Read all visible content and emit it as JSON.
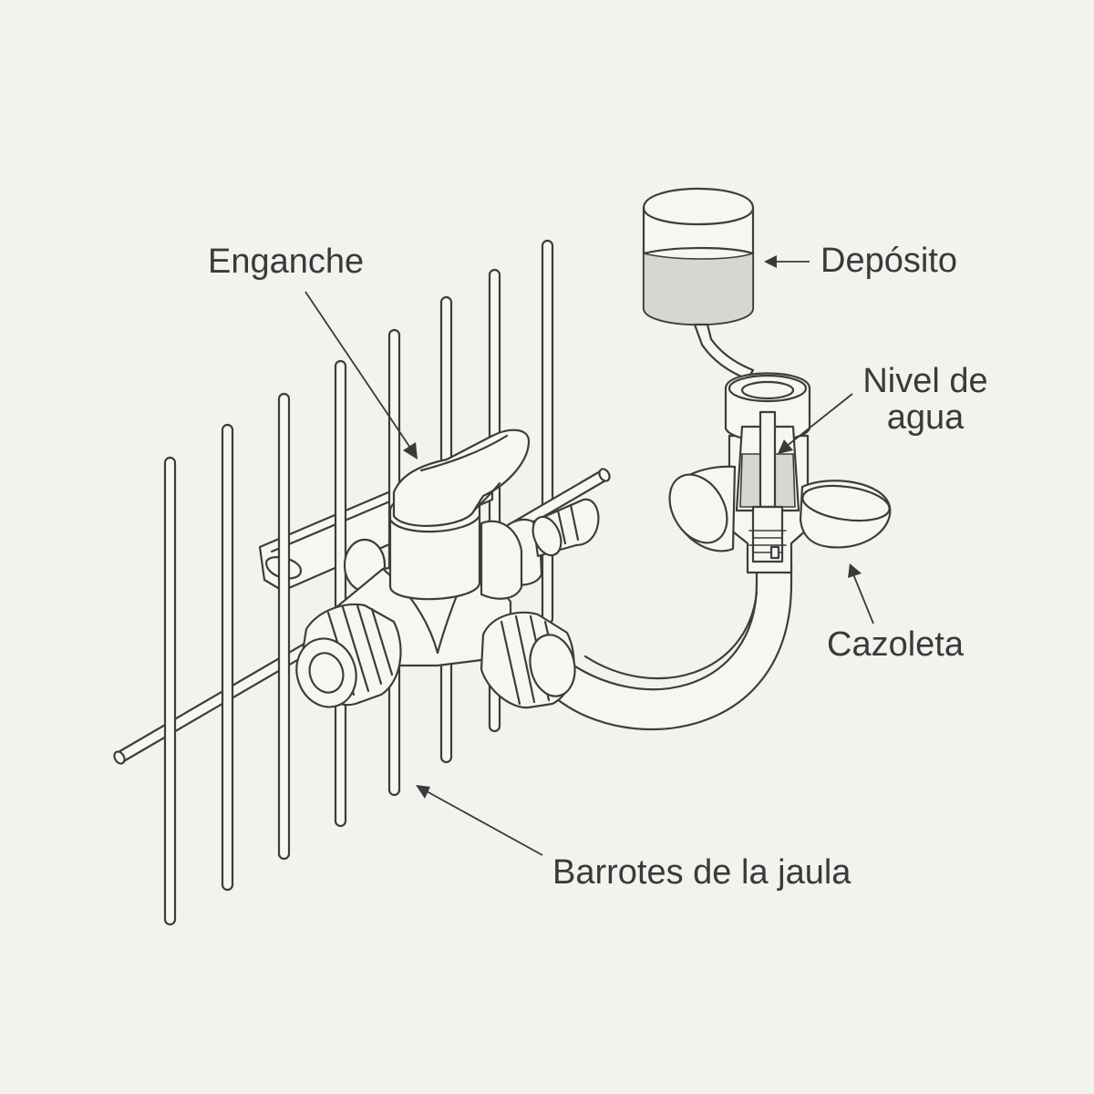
{
  "labels": {
    "hook": "Enganche",
    "reservoir": "Depósito",
    "water_level_line1": "Nivel de",
    "water_level_line2": "agua",
    "cup": "Cazoleta",
    "cage_bars": "Barrotes de la jaula"
  },
  "colors": {
    "background": "#f3f2ee",
    "line": "#3d3d3d",
    "water": "#d6d6d3"
  }
}
